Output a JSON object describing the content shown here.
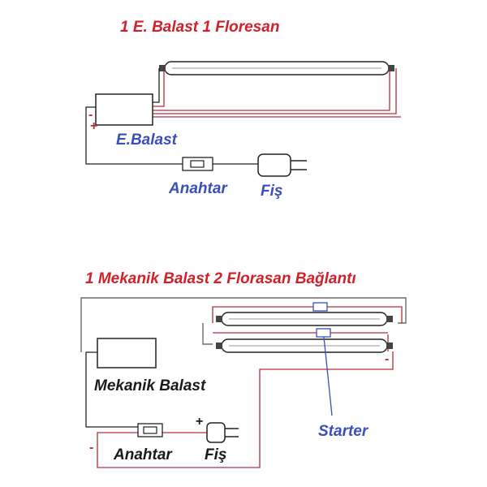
{
  "colors": {
    "title": "#d0212a",
    "label_blue": "#3a4fb8",
    "label_black": "#1a1a1a",
    "wire_dark": "#222222",
    "wire_red": "#b0303a",
    "wire_gray": "#6b6b6b"
  },
  "diagram1": {
    "title": "1 E. Balast 1 Floresan",
    "ballast_label": "E.Balast",
    "switch_label": "Anahtar",
    "plug_label": "Fiş",
    "minus_mark": "-",
    "plus_mark": "+"
  },
  "diagram2": {
    "title": "1 Mekanik Balast 2 Florasan Bağlantı",
    "ballast_label": "Mekanik Balast",
    "starter_label": "Starter",
    "switch_label": "Anahtar",
    "plug_label": "Fiş",
    "plus_mark": "+",
    "minus_mark_left": "-",
    "minus_mark_right": "-"
  }
}
